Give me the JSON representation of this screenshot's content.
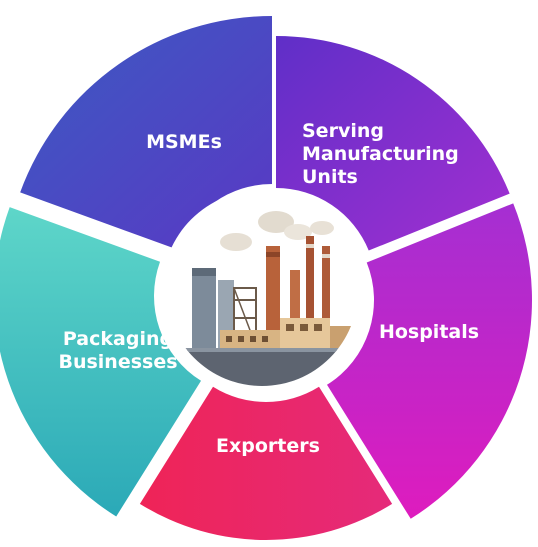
{
  "segments": [
    {
      "label_lines": [
        "MSMEs"
      ],
      "color_a": "#3f47b8",
      "color_b": "#5a3bc4"
    },
    {
      "label_lines": [
        "Serving",
        "Manufacturing",
        "Units"
      ],
      "color_a": "#6a2fc9",
      "color_b": "#a02ed0"
    },
    {
      "label_lines": [
        "Hospitals"
      ],
      "color_a": "#b22fd2",
      "color_b": "#d41ec0"
    },
    {
      "label_lines": [
        "Exporters"
      ],
      "color_a": "#f0205a",
      "color_b": "#e82876"
    },
    {
      "label_lines": [
        "Packaging",
        "Businesses"
      ],
      "color_a": "#5fd3c8",
      "color_b": "#2ab0b8"
    }
  ],
  "center": {
    "icon": "factory-icon",
    "sky": "#ffffff",
    "brick": "#c96a3a",
    "steel": "#6f7c8c",
    "smoke": "#d9d2c6"
  }
}
